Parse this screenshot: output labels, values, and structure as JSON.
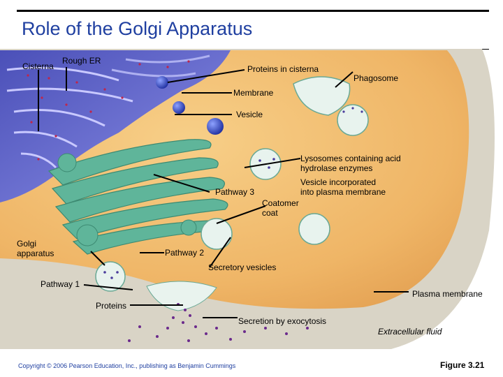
{
  "title": "Role of the Golgi Apparatus",
  "labels": {
    "cisterna": "Cisterna",
    "rough_er": "Rough ER",
    "proteins_in_cisterna": "Proteins in cisterna",
    "phagosome": "Phagosome",
    "membrane": "Membrane",
    "vesicle": "Vesicle",
    "lysosomes_line1": "Lysosomes containing acid",
    "lysosomes_line2": "hydrolase enzymes",
    "vesicle_incorporated_line1": "Vesicle incorporated",
    "vesicle_incorporated_line2": "into plasma membrane",
    "pathway3": "Pathway 3",
    "coatomer_line1": "Coatomer",
    "coatomer_line2": "coat",
    "golgi_line1": "Golgi",
    "golgi_line2": "apparatus",
    "pathway2": "Pathway 2",
    "secretory_vesicles": "Secretory vesicles",
    "pathway1": "Pathway 1",
    "plasma_membrane": "Plasma membrane",
    "proteins": "Proteins",
    "secretion": "Secretion by exocytosis",
    "extracellular_fluid": "Extracellular fluid"
  },
  "footer": {
    "copyright": "Copyright © 2006 Pearson Education, Inc., publishing as Benjamin Cummings",
    "figure": "Figure 3.21"
  },
  "colors": {
    "title": "#1f3fa0",
    "cytoplasm": "#f0b86a",
    "rough_er": "#6a6ed2",
    "golgi": "#5fb59a",
    "vesicle": "#bde3d6",
    "membrane": "#d8d3c4",
    "secretion": "#6b2a8c"
  }
}
